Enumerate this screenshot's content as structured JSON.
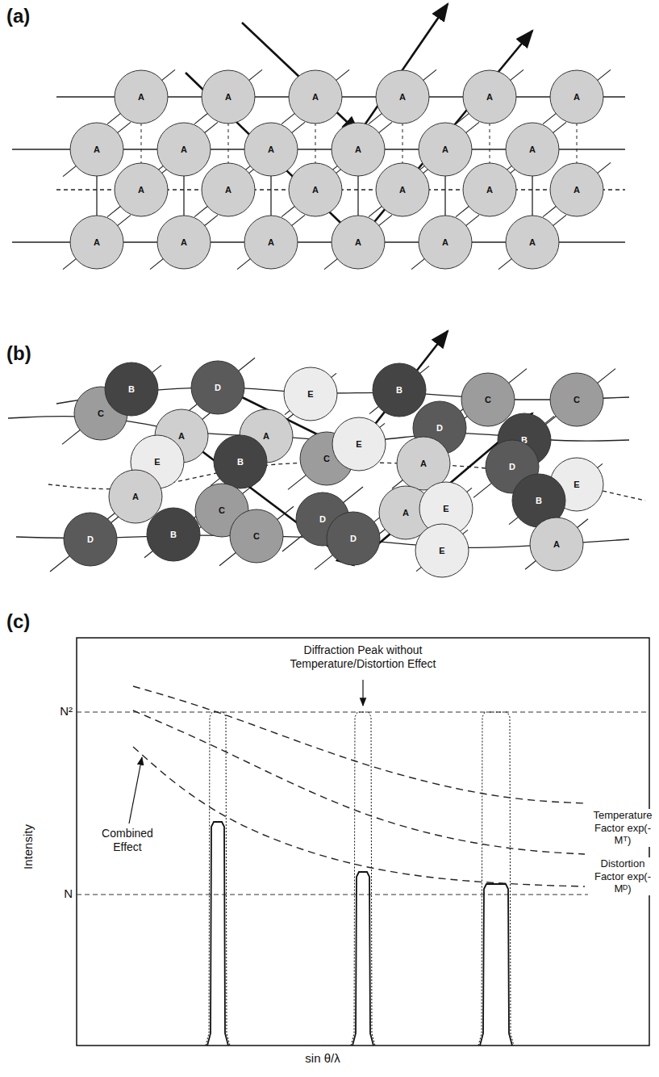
{
  "diagram": {
    "nodes": [
      {
        "text": [
          "A"
        ]
      },
      {
        "text": [
          "A"
        ]
      },
      {
        "text": [
          "A"
        ]
      },
      {
        "text": [
          "A"
        ]
      },
      {
        "text": [
          "A"
        ]
      },
      {
        "text": [
          "A"
        ]
      },
      {
        "text": [
          "A"
        ]
      },
      {
        "text": [
          "A"
        ]
      },
      {
        "text": [
          "A"
        ]
      },
      {
        "text": [
          "A"
        ]
      },
      {
        "text": [
          "A"
        ]
      },
      {
        "text": [
          "A"
        ]
      },
      {
        "text": [
          "A"
        ]
      },
      {
        "text": [
          "A"
        ]
      },
      {
        "text": [
          "A"
        ]
      },
      {
        "text": [
          "A"
        ]
      },
      {
        "text": [
          "A"
        ]
      },
      {
        "text": [
          "A"
        ]
      },
      {
        "text": [
          "A"
        ]
      },
      {
        "text": [
          "A"
        ]
      },
      {
        "text": [
          "A"
        ]
      },
      {
        "text": [
          "A"
        ]
      },
      {
        "text": [
          "A"
        ]
      },
      {
        "text": [
          "A"
        ]
      },
      {
        "text": [
          "C"
        ]
      },
      {
        "text": [
          "B"
        ]
      },
      {
        "text": [
          "D"
        ]
      },
      {
        "text": [
          "E"
        ]
      },
      {
        "text": [
          "B"
        ]
      },
      {
        "text": [
          "C"
        ]
      },
      {
        "text": [
          "C"
        ]
      },
      {
        "text": [
          "A"
        ]
      },
      {
        "text": [
          "A"
        ]
      },
      {
        "text": [
          "D"
        ]
      },
      {
        "text": [
          "E"
        ]
      },
      {
        "text": [
          "A"
        ]
      },
      {
        "text": [
          "B"
        ]
      },
      {
        "text": [
          "C"
        ]
      },
      {
        "text": [
          "E"
        ]
      },
      {
        "text": [
          "A"
        ]
      },
      {
        "text": [
          "B"
        ]
      },
      {
        "text": [
          "D"
        ]
      },
      {
        "text": [
          "E"
        ]
      },
      {
        "text": [
          "C"
        ]
      },
      {
        "text": [
          "D"
        ]
      },
      {
        "text": [
          "B"
        ]
      },
      {
        "text": [
          "D"
        ]
      },
      {
        "text": [
          "C"
        ]
      },
      {
        "text": [
          "D"
        ]
      },
      {
        "text": [
          "A"
        ]
      },
      {
        "text": [
          "E"
        ]
      },
      {
        "text": [
          "E"
        ]
      },
      {
        "text": [
          "B"
        ]
      },
      {
        "text": [
          "A"
        ]
      }
    ],
    "labels": [
      "(a)",
      "(b)",
      "(c)",
      "Diffraction Peak without Temperature/Distortion Effect",
      "N²",
      "Temperature Factor exp(-Mᵀ)",
      "Distortion Factor exp(-Mᴰ)",
      "Combined Effect",
      "N",
      "Intensity",
      "sin θ/λ"
    ]
  }
}
